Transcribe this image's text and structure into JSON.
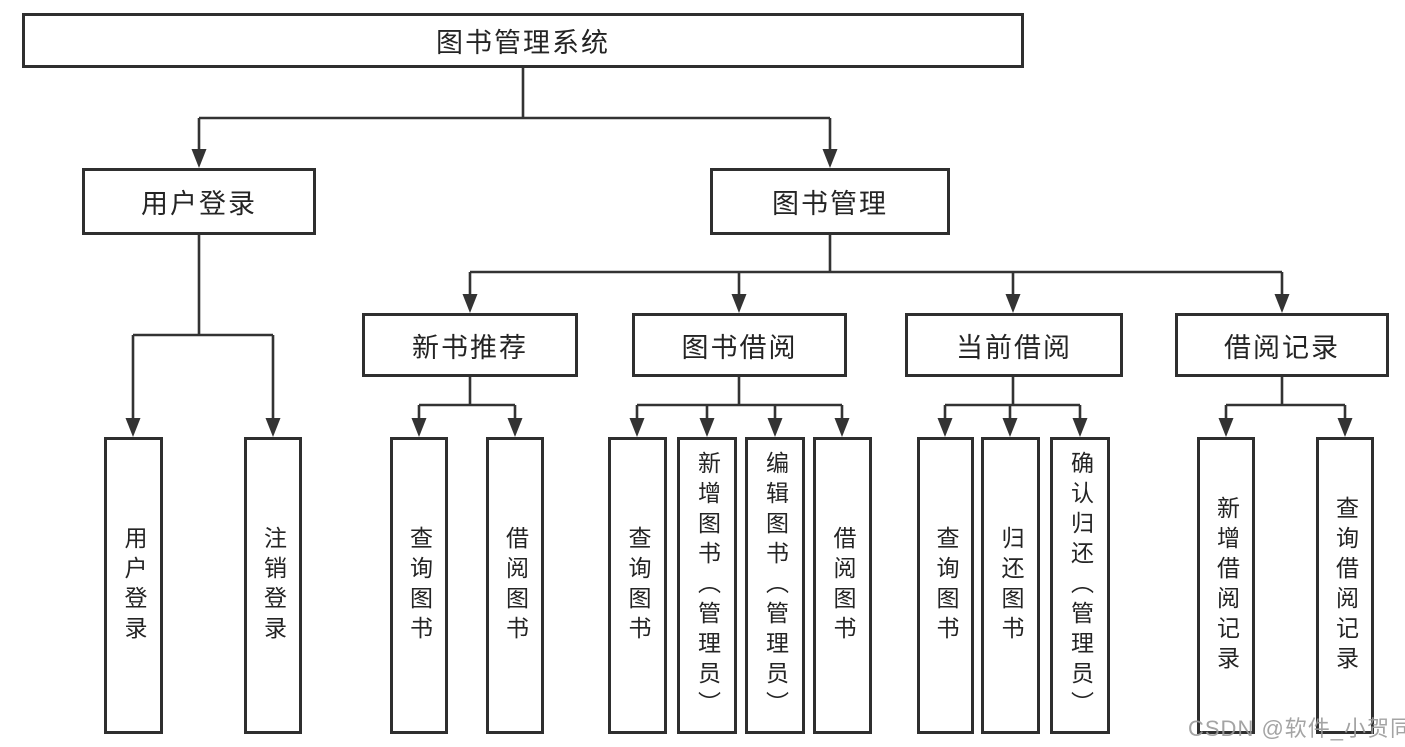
{
  "diagram_title": "图书管理系统",
  "tree": {
    "label": "图书管理系统",
    "children": [
      {
        "label": "用户登录",
        "children": [
          {
            "label": "用户登录"
          },
          {
            "label": "注销登录"
          }
        ]
      },
      {
        "label": "图书管理",
        "children": [
          {
            "label": "新书推荐",
            "children": [
              {
                "label": "查询图书"
              },
              {
                "label": "借阅图书"
              }
            ]
          },
          {
            "label": "图书借阅",
            "children": [
              {
                "label": "查询图书"
              },
              {
                "label": "新增图书（管理员）"
              },
              {
                "label": "编辑图书（管理员）"
              },
              {
                "label": "借阅图书"
              }
            ]
          },
          {
            "label": "当前借阅",
            "children": [
              {
                "label": "查询图书"
              },
              {
                "label": "归还图书"
              },
              {
                "label": "确认归还（管理员）"
              }
            ]
          },
          {
            "label": "借阅记录",
            "children": [
              {
                "label": "新增借阅记录"
              },
              {
                "label": "查询借阅记录"
              }
            ]
          }
        ]
      }
    ]
  },
  "watermark": "CSDN @软件_小贺同学",
  "colors": {
    "line": "#333333",
    "box_border": "#2f2f2f",
    "text": "#242424",
    "watermark": "#9b9b9b",
    "background": "#ffffff"
  }
}
